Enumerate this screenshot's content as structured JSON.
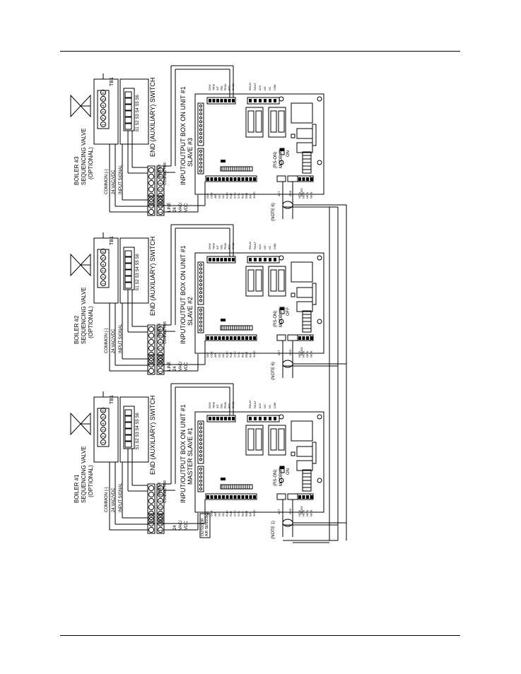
{
  "colors": {
    "ink": "#000000",
    "paper": "#ffffff"
  },
  "sections": [
    {
      "id": "boiler-3",
      "io_box_title": "INPUT/OUTPUT BOX ON UNIT #1",
      "io_box_subtitle": "SLAVE #3",
      "valve_title_1": "BOILER #3",
      "valve_title_2": "SEQUENCING VALVE",
      "valve_title_3": "(OPTIONAL)",
      "switch_label": "END (AUXILIARY) SWITCH",
      "power_label_1": "LINE",
      "power_label_2": "24",
      "power_label_3": "VAC/",
      "power_label_4": "VDC",
      "note": "(NOTE 6)",
      "modbus_label": "MODBUS",
      "modbus_sub": "(RS-ON)",
      "modbus_state": "ON"
    },
    {
      "id": "boiler-2",
      "io_box_title": "INPUT/OUTPUT BOX ON UNIT #1",
      "io_box_subtitle": "SLAVE #2",
      "valve_title_1": "BOILER #2",
      "valve_title_2": "SEQUENCING VALVE",
      "valve_title_3": "(OPTIONAL)",
      "switch_label": "END (AUXILIARY) SWITCH",
      "power_label_1": "LINE",
      "power_label_2": "24",
      "power_label_3": "VAC/",
      "power_label_4": "VDC",
      "note": "(NOTE 6)",
      "modbus_label": "MODBUS",
      "modbus_sub": "(RS-ON)",
      "modbus_state": "OFF"
    },
    {
      "id": "boiler-1",
      "io_box_title": "INPUT/OUTPUT BOX ON UNIT #1",
      "io_box_subtitle": "MASTER SLAVE #1",
      "valve_title_1": "BOILER #1",
      "valve_title_2": "SEQUENCING VALVE",
      "valve_title_3": "(OPTIONAL)",
      "switch_label": "END (AUXILIARY) SWITCH",
      "power_label_2": "24",
      "power_label_3": "VAC/",
      "power_label_4": "VDC",
      "note": "(NOTE 1)",
      "outdoor_1": "OUTDOOR",
      "outdoor_2": "AIR SENSOR",
      "modbus_label": "MODBUS",
      "modbus_sub": "(RS-ON)",
      "modbus_state": "ON"
    }
  ],
  "common_labels": {
    "tb1": "TB1",
    "common": "COMMON (-)",
    "vac": "24 VAC/VDC",
    "input_signal": "INPUT SIGNAL",
    "molex": "MOLEX",
    "connector": "CONNECTOR",
    "s_terms": [
      "S1",
      "S2",
      "S3",
      "S4",
      "S5",
      "S6"
    ],
    "valve_terms": [
      "1",
      "2",
      "3",
      "4",
      "5",
      "6"
    ],
    "molex_terms": [
      "1",
      "2",
      "3",
      "4",
      "5",
      "6"
    ],
    "power_terms": [
      "1",
      "2",
      "3"
    ],
    "bottom_terms": [
      "OUT",
      "COM",
      "AIR",
      "O2+",
      "O2-",
      "FLW+",
      "FLW-",
      "SYS+",
      "SYS-",
      "AUX",
      "REM",
      "INT",
      "SHLD"
    ],
    "right_bottom_terms": [
      "ADT",
      "GND",
      "RS485"
    ],
    "top_terms": [
      "DHW",
      "TANK",
      "INT",
      "DEL",
      "PEAK",
      "RY3",
      "SHLD"
    ],
    "relay_terms": [
      "RELAY",
      "FAULT",
      "AUX",
      "NO",
      "NC",
      "COM"
    ],
    "net_terms": [
      "NETA",
      "NETB",
      "NETA",
      "NETB"
    ]
  }
}
